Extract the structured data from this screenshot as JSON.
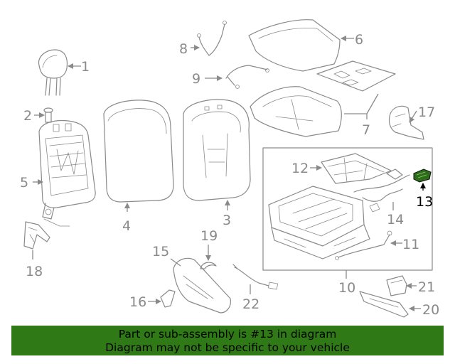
{
  "callouts": {
    "c1": "1",
    "c2": "2",
    "c3": "3",
    "c4": "4",
    "c5": "5",
    "c6": "6",
    "c7": "7",
    "c8": "8",
    "c9": "9",
    "c10": "10",
    "c11": "11",
    "c12": "12",
    "c13": "13",
    "c14": "14",
    "c15": "15",
    "c16": "16",
    "c17": "17",
    "c18": "18",
    "c19": "19",
    "c20": "20",
    "c21": "21",
    "c22": "22"
  },
  "highlighted_part": "13",
  "colors": {
    "highlight_part": "#2e6b1c",
    "banner_bg": "#2f7a17",
    "line": "#8a8a8a"
  },
  "banner": {
    "line1": "Part or sub-assembly is #13 in diagram",
    "line2": "Diagram may not be specific to your vehicle"
  }
}
